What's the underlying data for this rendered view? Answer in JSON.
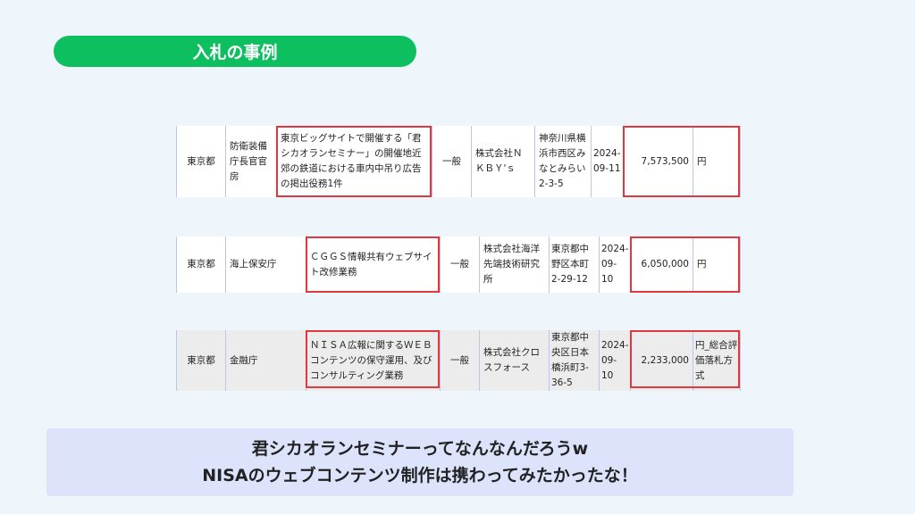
{
  "header": {
    "title": "入札の事例"
  },
  "rows": [
    {
      "pref": "東京都",
      "agency": "防衛装備庁長官官房",
      "title": "東京ビッグサイトで開催する「君シカオランセミナー」の開催地近郊の鉄道における車内中吊り広告の掲出役務1件",
      "type": "一般",
      "company": "株式会社ＮＫＢＹ'ｓ",
      "address": "神奈川県横浜市西区みなとみらい2-3-5",
      "date": "2024-09-11",
      "amount": "7,573,500",
      "unit": "円"
    },
    {
      "pref": "東京都",
      "agency": "海上保安庁",
      "title": "ＣＧＧＳ情報共有ウェブサイト改修業務",
      "type": "一般",
      "company": "株式会社海洋先端技術研究所",
      "address": "東京都中野区本町2-29-12",
      "date": "2024-09-10",
      "amount": "6,050,000",
      "unit": "円"
    },
    {
      "pref": "東京都",
      "agency": "金融庁",
      "title": "ＮＩＳＡ広報に関するＷＥＢコンテンツの保守運用、及びコンサルティング業務",
      "type": "一般",
      "company": "株式会社クロスフォース",
      "address": "東京都中央区日本橋浜町3-36-5",
      "date": "2024-09-10",
      "amount": "2,233,000",
      "unit": "円_総合評価落札方式"
    }
  ],
  "comment": {
    "line1": "君シカオランセミナーってなんなんだろうw",
    "line2": "NISAのウェブコンテンツ制作は携わってみたかったな！"
  }
}
